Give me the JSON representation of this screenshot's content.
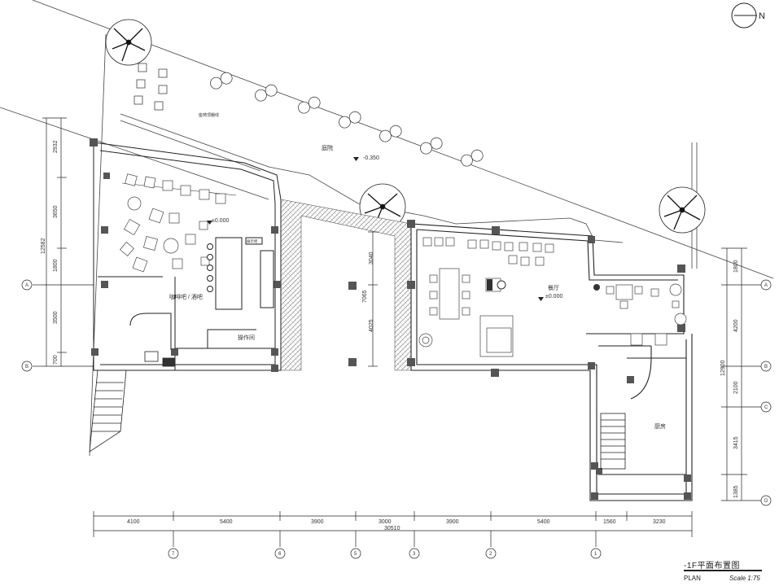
{
  "drawing": {
    "title": "-1F平面布置图",
    "plan_label": "PLAN",
    "scale": "Scale 1:75",
    "north_label": "N"
  },
  "rooms": {
    "courtyard": "庭院",
    "courtyard_level": "-0.350",
    "cafe_bar": "咖啡吧 / 酒吧",
    "cafe_level": "±0.000",
    "operation": "操作间",
    "dining": "餐厅",
    "dining_level": "±0.000",
    "kitchen": "厨房",
    "path_note": "座椅顶棚线",
    "counter_note": "展示柜"
  },
  "dimensions": {
    "bottom_segments": [
      "4100",
      "5400",
      "3900",
      "3000",
      "3900",
      "5400",
      "1560",
      "3230"
    ],
    "bottom_total": "30510",
    "left_segments": [
      "2932",
      "3650",
      "1800",
      "3500",
      "700"
    ],
    "left_total": "12582",
    "right_segments": [
      "1800",
      "4200",
      "2100",
      "3415",
      "1385"
    ],
    "right_total": "12900",
    "center_segments": [
      "3040",
      "7065",
      "4025"
    ]
  },
  "grid": {
    "columns": [
      "7",
      "6",
      "5",
      "3",
      "2",
      "1"
    ],
    "rows_left": [
      "A",
      "B"
    ],
    "rows_right": [
      "A",
      "B",
      "C",
      "D"
    ]
  }
}
